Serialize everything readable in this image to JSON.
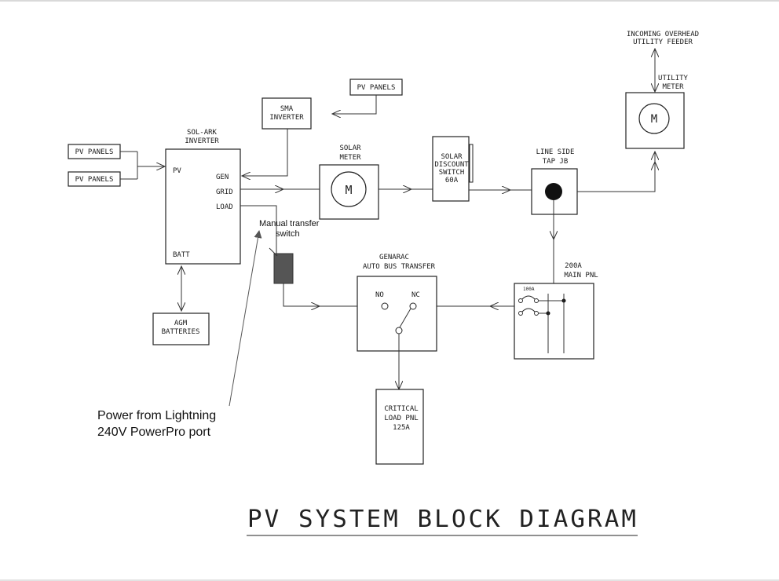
{
  "title": "PV SYSTEM BLOCK DIAGRAM",
  "labels": {
    "pv_panels_1": "PV PANELS",
    "pv_panels_2": "PV PANELS",
    "pv_panels_top": "PV PANELS",
    "sma_inverter_l1": "SMA",
    "sma_inverter_l2": "INVERTER",
    "solark_l1": "SOL-ARK",
    "solark_l2": "INVERTER",
    "port_pv": "PV",
    "port_gen": "GEN",
    "port_grid": "GRID",
    "port_load": "LOAD",
    "port_batt": "BATT",
    "agm_l1": "AGM",
    "agm_l2": "BATTERIES",
    "solar_meter_l1": "SOLAR",
    "solar_meter_l2": "METER",
    "meter_symbol": "M",
    "disc_l1": "SOLAR",
    "disc_l2": "DISCOUNT",
    "disc_l3": "SWITCH",
    "disc_l4": "60A",
    "linebox_l1": "LINE SIDE",
    "linebox_l2": "TAP JB",
    "utility_feed_l1": "INCOMING OVERHEAD",
    "utility_feed_l2": "UTILITY FEEDER",
    "utility_meter_l1": "UTILITY",
    "utility_meter_l2": "METER",
    "utility_meter_symbol": "M",
    "generac_l1": "GENARAC",
    "generac_l2": "AUTO BUS TRANSFER",
    "no": "NO",
    "nc": "NC",
    "main_pnl_l1": "200A",
    "main_pnl_l2": "MAIN PNL",
    "breaker": "100A",
    "critical_l1": "CRITICAL",
    "critical_l2": "LOAD PNL",
    "critical_l3": "125A"
  },
  "annotations": {
    "manual_transfer_l1": "Manual transfer",
    "manual_transfer_l2": "switch",
    "lightning_l1": "Power from Lightning",
    "lightning_l2": "240V PowerPro port"
  },
  "colors": {
    "line": "#333333",
    "switch_fill": "#555555",
    "jb_dot": "#111111"
  }
}
